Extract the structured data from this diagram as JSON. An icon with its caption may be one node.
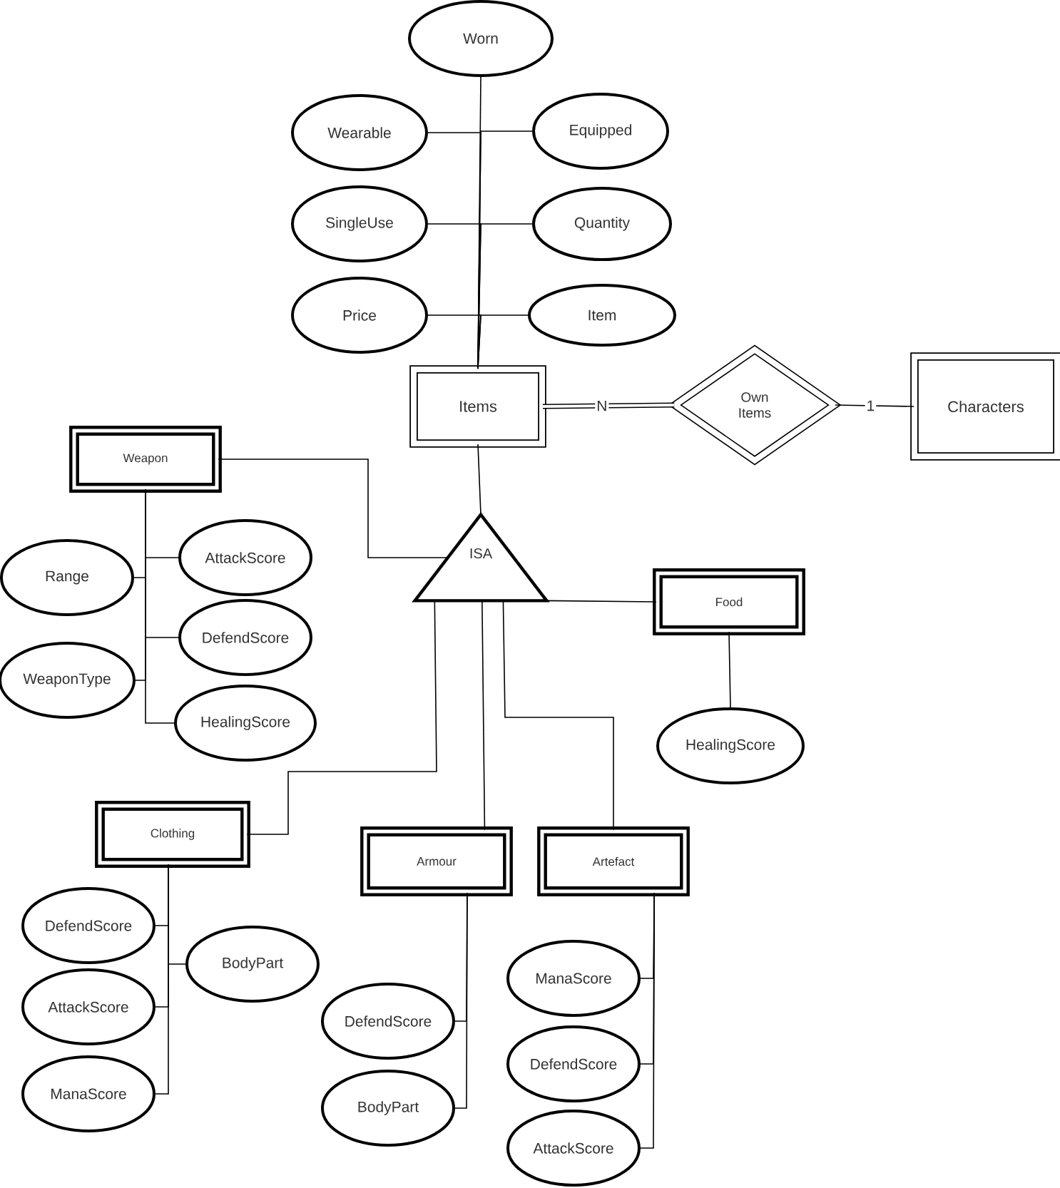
{
  "diagram": {
    "nodes": [
      {
        "text": [
          "Worn"
        ]
      },
      {
        "text": [
          "Wearable"
        ]
      },
      {
        "text": [
          "Equipped"
        ]
      },
      {
        "text": [
          "SingleUse"
        ]
      },
      {
        "text": [
          "Quantity"
        ]
      },
      {
        "text": [
          "Price"
        ]
      },
      {
        "text": [
          "Item"
        ]
      },
      {
        "text": [
          "Items"
        ]
      },
      {
        "text": [
          "Own Items"
        ]
      },
      {
        "text": [
          "Characters"
        ]
      },
      {
        "text": [
          "Weapon"
        ]
      },
      {
        "text": [
          "ISA"
        ]
      },
      {
        "text": [
          "Range"
        ]
      },
      {
        "text": [
          "AttackScore"
        ]
      },
      {
        "text": [
          "DefendScore"
        ]
      },
      {
        "text": [
          "WeaponType"
        ]
      },
      {
        "text": [
          "HealingScore"
        ]
      },
      {
        "text": [
          "Food"
        ]
      },
      {
        "text": [
          "HealingScore"
        ]
      },
      {
        "text": [
          "Clothing"
        ]
      },
      {
        "text": [
          "Armour"
        ]
      },
      {
        "text": [
          "Artefact"
        ]
      },
      {
        "text": [
          "DefendScore"
        ]
      },
      {
        "text": [
          "BodyPart"
        ]
      },
      {
        "text": [
          "AttackScore"
        ]
      },
      {
        "text": [
          "ManaScore"
        ]
      },
      {
        "text": [
          "DefendScore"
        ]
      },
      {
        "text": [
          "BodyPart"
        ]
      },
      {
        "text": [
          "ManaScore"
        ]
      },
      {
        "text": [
          "DefendScore"
        ]
      },
      {
        "text": [
          "AttackScore"
        ]
      }
    ],
    "edges": [
      {
        "from": 7,
        "to": 0,
        "arrow": "none"
      },
      {
        "from": 7,
        "to": 1,
        "arrow": "none"
      },
      {
        "from": 7,
        "to": 2,
        "arrow": "none"
      },
      {
        "from": 7,
        "to": 3,
        "arrow": "none"
      },
      {
        "from": 7,
        "to": 4,
        "arrow": "none"
      },
      {
        "from": 7,
        "to": 5,
        "arrow": "none"
      },
      {
        "from": 7,
        "to": 6,
        "arrow": "none"
      },
      {
        "from": 7,
        "to": 8,
        "arrow": "none",
        "label": "N",
        "style": "thick"
      },
      {
        "from": 8,
        "to": 9,
        "arrow": "none",
        "label": "1"
      },
      {
        "from": 7,
        "to": 11,
        "arrow": "none"
      },
      {
        "from": 11,
        "to": 10,
        "arrow": "none"
      },
      {
        "from": 11,
        "to": 17,
        "arrow": "none"
      },
      {
        "from": 11,
        "to": 19,
        "arrow": "none"
      },
      {
        "from": 11,
        "to": 20,
        "arrow": "none"
      },
      {
        "from": 11,
        "to": 21,
        "arrow": "none"
      },
      {
        "from": 10,
        "to": 12,
        "arrow": "none"
      },
      {
        "from": 10,
        "to": 13,
        "arrow": "none"
      },
      {
        "from": 10,
        "to": 14,
        "arrow": "none"
      },
      {
        "from": 10,
        "to": 15,
        "arrow": "none"
      },
      {
        "from": 10,
        "to": 16,
        "arrow": "none"
      },
      {
        "from": 17,
        "to": 18,
        "arrow": "none"
      },
      {
        "from": 19,
        "to": 22,
        "arrow": "none"
      },
      {
        "from": 19,
        "to": 23,
        "arrow": "none"
      },
      {
        "from": 19,
        "to": 24,
        "arrow": "none"
      },
      {
        "from": 19,
        "to": 25,
        "arrow": "none"
      },
      {
        "from": 20,
        "to": 26,
        "arrow": "none"
      },
      {
        "from": 20,
        "to": 27,
        "arrow": "none"
      },
      {
        "from": 21,
        "to": 28,
        "arrow": "none"
      },
      {
        "from": 21,
        "to": 29,
        "arrow": "none"
      },
      {
        "from": 21,
        "to": 30,
        "arrow": "none"
      }
    ]
  }
}
